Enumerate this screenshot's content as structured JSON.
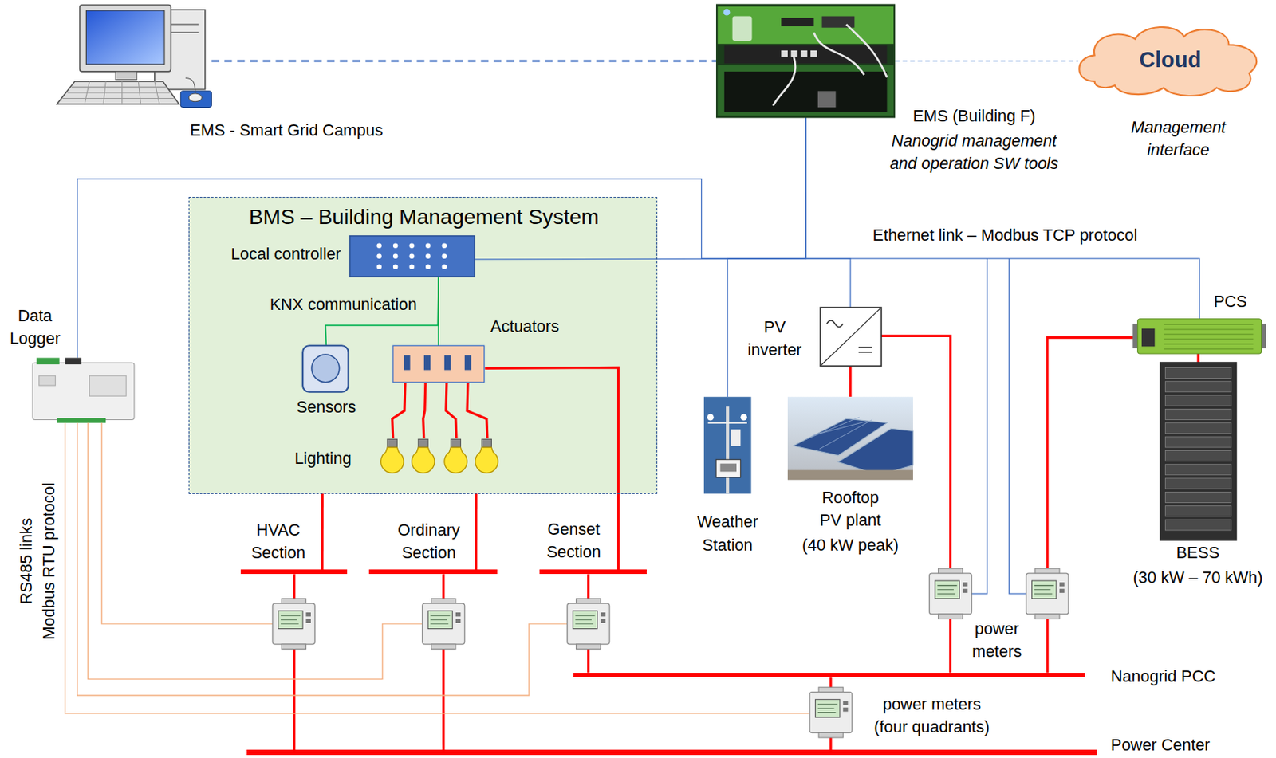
{
  "diagram": {
    "nodes": [
      {
        "text": [
          "EMS - Smart Grid Campus"
        ]
      },
      {
        "text": [
          "EMS (Building F)",
          "Nanogrid management and operation SW tools"
        ]
      },
      {
        "text": [
          "Cloud",
          "Management interface"
        ]
      },
      {
        "text": [
          "BMS – Building Management System"
        ]
      },
      {
        "text": [
          "Local controller"
        ],
        "in": 3
      },
      {
        "text": [
          "Sensors"
        ],
        "in": 3
      },
      {
        "text": [
          "Actuators"
        ],
        "in": 3
      },
      {
        "text": [
          "Lighting"
        ],
        "in": 3
      },
      {
        "text": [
          "Data Logger"
        ]
      },
      {
        "text": [
          "Weather Station"
        ]
      },
      {
        "text": [
          "PV inverter"
        ]
      },
      {
        "text": [
          "Rooftop PV plant",
          "(40 kW peak)"
        ]
      },
      {
        "text": [
          "PCS"
        ]
      },
      {
        "text": [
          "BESS",
          "(30 kW – 70 kWh)"
        ]
      },
      {
        "text": [
          "HVAC Section"
        ]
      },
      {
        "text": [
          "Ordinary Section"
        ]
      },
      {
        "text": [
          "Genset Section"
        ]
      },
      {
        "text": [
          "Nanogrid PCC"
        ]
      },
      {
        "text": [
          "Power Center"
        ]
      }
    ],
    "edges": [
      {
        "from": 0,
        "to": 1,
        "arrow": "none"
      },
      {
        "from": 1,
        "to": 2,
        "arrow": "none"
      },
      {
        "from": 1,
        "to": 8,
        "arrow": "none"
      },
      {
        "from": 1,
        "to": 4,
        "arrow": "none"
      },
      {
        "from": 1,
        "to": 9,
        "arrow": "none"
      },
      {
        "from": 1,
        "to": 10,
        "arrow": "none"
      },
      {
        "from": 1,
        "to": 12,
        "arrow": "none"
      },
      {
        "from": 4,
        "to": 5,
        "arrow": "none"
      },
      {
        "from": 4,
        "to": 6,
        "arrow": "none"
      },
      {
        "from": 6,
        "to": 7,
        "arrow": "none"
      },
      {
        "from": 6,
        "to": 16,
        "arrow": "none"
      },
      {
        "from": 3,
        "to": 14,
        "arrow": "none"
      },
      {
        "from": 3,
        "to": 15,
        "arrow": "none"
      },
      {
        "from": 10,
        "to": 11,
        "arrow": "none"
      },
      {
        "from": 12,
        "to": 13,
        "arrow": "none"
      },
      {
        "from": 14,
        "to": 18,
        "arrow": "none"
      },
      {
        "from": 15,
        "to": 18,
        "arrow": "none"
      },
      {
        "from": 16,
        "to": 17,
        "arrow": "none"
      },
      {
        "from": 10,
        "to": 17,
        "arrow": "none"
      },
      {
        "from": 12,
        "to": 17,
        "arrow": "none"
      },
      {
        "from": 17,
        "to": 18,
        "arrow": "none"
      }
    ],
    "labels": [
      "Ethernet link – Modbus TCP protocol",
      "KNX communication",
      "RS485 links",
      "Modbus RTU protocol",
      "power meters",
      "power meters (four quadrants)"
    ]
  }
}
